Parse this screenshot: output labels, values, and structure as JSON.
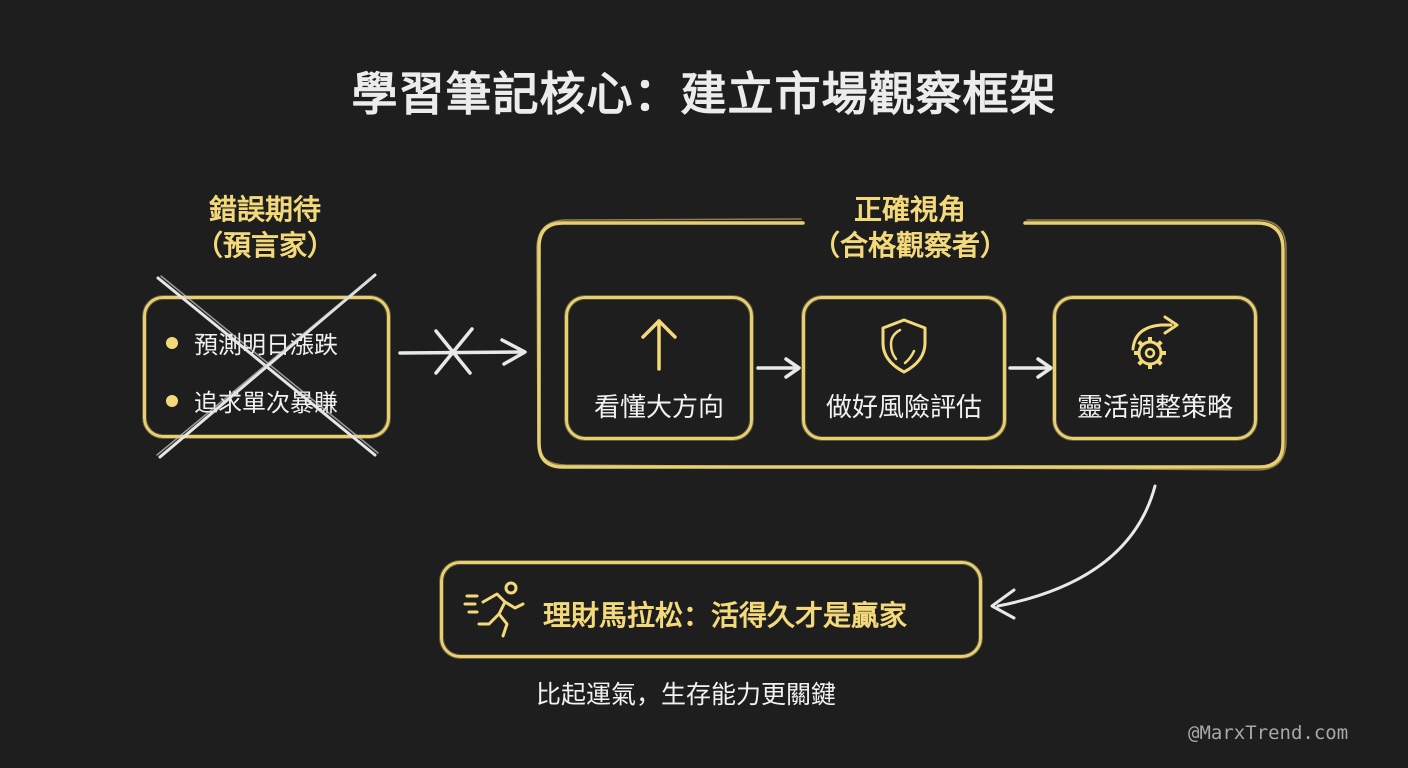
{
  "title": "學習筆記核心：建立市場觀察框架",
  "wrong_expectation": {
    "heading_line1": "錯誤期待",
    "heading_line2": "（預言家）",
    "items": [
      "預測明日漲跌",
      "追求單次暴賺"
    ],
    "crossed_out": true
  },
  "blocked_arrow": {
    "icon": "crossed-arrow-icon"
  },
  "correct_view": {
    "heading_line1": "正確視角",
    "heading_line2": "（合格觀察者）",
    "steps": [
      {
        "label": "看懂大方向",
        "icon": "arrow-up-icon"
      },
      {
        "label": "做好風險評估",
        "icon": "shield-icon"
      },
      {
        "label": "靈活調整策略",
        "icon": "gear-arrow-icon"
      }
    ]
  },
  "conclusion": {
    "icon": "runner-icon",
    "label": "理財馬拉松：活得久才是贏家",
    "subtitle": "比起運氣，生存能力更關鍵"
  },
  "watermark": "@MarxTrend.com",
  "colors": {
    "background": "#1e1e1e",
    "accent_gold": "#f3d97a",
    "border_gold": "#e8cf72",
    "text_white": "#f2f2f2",
    "arrow_white": "#e8e8e8"
  }
}
